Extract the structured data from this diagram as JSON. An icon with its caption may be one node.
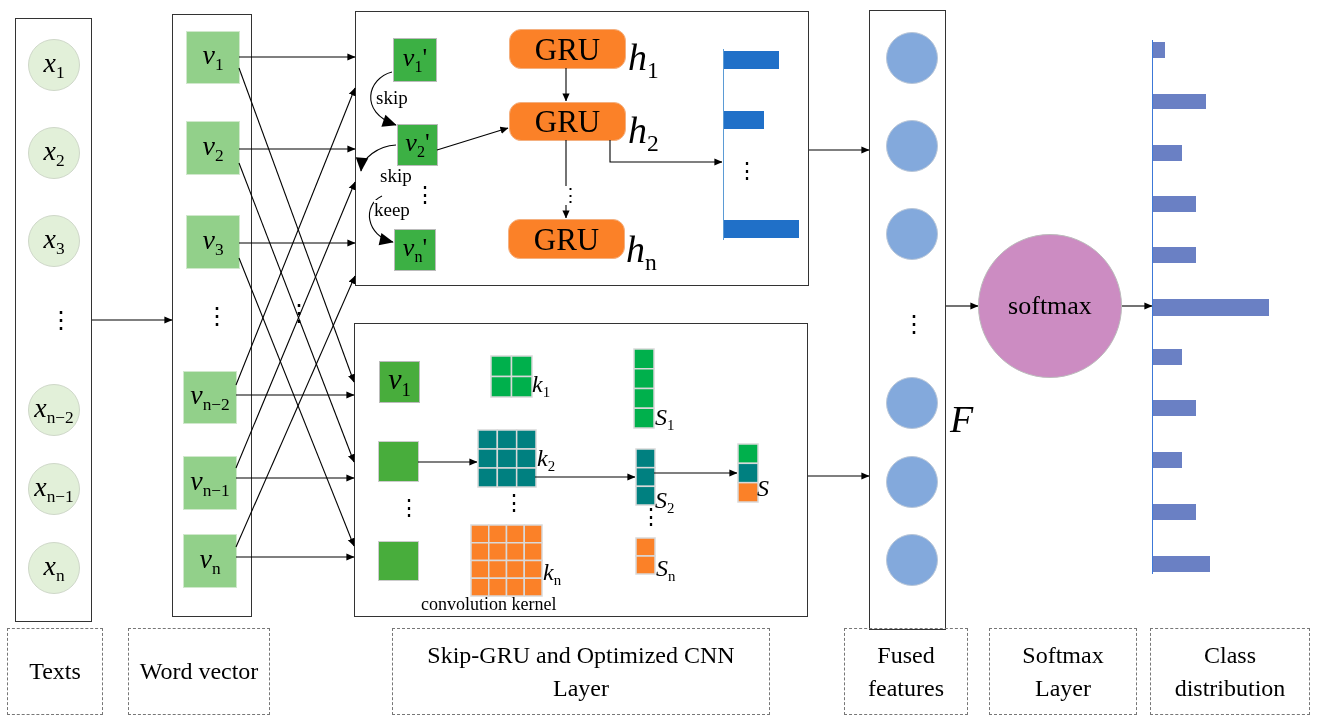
{
  "diagram": {
    "nodes": [
      {
        "text": [],
        "shape": "box"
      },
      {
        "text": [
          "*x*$_{1}$"
        ],
        "in": 0
      },
      {
        "text": [
          "*x*$_{2}$"
        ],
        "in": 0
      },
      {
        "text": [
          "*x*$_{3}$"
        ],
        "in": 0
      },
      {
        "text": [
          "*x*$_{n−2}$"
        ],
        "in": 0
      },
      {
        "text": [
          "*x*$_{n−1}$"
        ],
        "in": 0
      },
      {
        "text": [
          "*x*$_{n}$"
        ],
        "in": 0
      },
      {
        "text": [],
        "shape": "box"
      },
      {
        "text": [
          "*v*$_{1}$"
        ],
        "in": 7
      },
      {
        "text": [
          "*v*$_{2}$"
        ],
        "in": 7
      },
      {
        "text": [
          "*v*$_{3}$"
        ],
        "in": 7
      },
      {
        "text": [
          "*v*$_{n−2}$"
        ],
        "in": 7
      },
      {
        "text": [
          "*v*$_{n−1}$"
        ],
        "in": 7
      },
      {
        "text": [
          "*v*$_{n}$"
        ],
        "in": 7
      },
      {
        "text": [],
        "shape": "box"
      },
      {
        "text": [
          "*v*$_{1}$'"
        ],
        "in": 14
      },
      {
        "text": [
          "*v*$_{2}$'"
        ],
        "in": 14
      },
      {
        "text": [
          "*v*$_{n}$'"
        ],
        "in": 14
      },
      {
        "text": [
          "GRU"
        ],
        "in": 14,
        "beside": [
          "*h*$_{1}$"
        ]
      },
      {
        "text": [
          "GRU"
        ],
        "in": 14,
        "beside": [
          "*h*$_{2}$"
        ]
      },
      {
        "text": [
          "GRU"
        ],
        "in": 14,
        "beside": [
          "*h*$_{n}$"
        ]
      },
      {
        "text": [],
        "shape": "bar",
        "in": 14
      },
      {
        "text": [],
        "shape": "box"
      },
      {
        "text": [
          "*v*$_{1}$"
        ],
        "in": 22
      },
      {
        "text": [],
        "shape": "box",
        "in": 22
      },
      {
        "text": [],
        "shape": "box",
        "in": 22
      },
      {
        "text": [],
        "shape": "box",
        "in": 22,
        "beside": [
          "*k*$_{1}$"
        ]
      },
      {
        "text": [],
        "shape": "box",
        "in": 22,
        "beside": [
          "*k*$_{2}$"
        ]
      },
      {
        "text": [],
        "shape": "box",
        "in": 22,
        "beside": [
          "*k*$_{n}$"
        ]
      },
      {
        "text": [],
        "shape": "box",
        "in": 22,
        "beside": [
          "*S*$_{1}$"
        ]
      },
      {
        "text": [],
        "shape": "box",
        "in": 22,
        "beside": [
          "*S*$_{2}$"
        ]
      },
      {
        "text": [],
        "shape": "box",
        "in": 22,
        "beside": [
          "*S*$_{n}$"
        ]
      },
      {
        "text": [],
        "shape": "box",
        "in": 22,
        "beside": [
          "S"
        ]
      },
      {
        "text": [],
        "shape": "box",
        "beside": [
          "F"
        ]
      },
      {
        "text": [],
        "shape": "circle",
        "in": 33
      },
      {
        "text": [],
        "shape": "circle",
        "in": 33
      },
      {
        "text": [],
        "shape": "circle",
        "in": 33
      },
      {
        "text": [],
        "shape": "circle",
        "in": 33
      },
      {
        "text": [],
        "shape": "circle",
        "in": 33
      },
      {
        "text": [],
        "shape": "circle",
        "in": 33
      },
      {
        "text": [
          "softmax"
        ]
      },
      {
        "text": [],
        "shape": "bar"
      },
      {
        "text": [
          "Texts"
        ]
      },
      {
        "text": [
          "Word vector"
        ]
      },
      {
        "text": [
          "Skip-GRU and  Optimized CNN Layer"
        ]
      },
      {
        "text": [
          "Fused features"
        ]
      },
      {
        "text": [
          "Softmax Layer"
        ]
      },
      {
        "text": [
          "Class distribution"
        ]
      }
    ],
    "edges": [
      {
        "from": 0,
        "to": 7,
        "arrow": "to"
      },
      {
        "from": 8,
        "to": 14,
        "arrow": "to"
      },
      {
        "from": 9,
        "to": 14,
        "arrow": "to"
      },
      {
        "from": 10,
        "to": 14,
        "arrow": "to"
      },
      {
        "from": 11,
        "to": 22,
        "arrow": "to"
      },
      {
        "from": 12,
        "to": 22,
        "arrow": "to"
      },
      {
        "from": 13,
        "to": 22,
        "arrow": "to"
      },
      {
        "from": 8,
        "to": 22,
        "arrow": "to"
      },
      {
        "from": 9,
        "to": 22,
        "arrow": "to"
      },
      {
        "from": 10,
        "to": 22,
        "arrow": "to"
      },
      {
        "from": 11,
        "to": 14,
        "arrow": "to"
      },
      {
        "from": 12,
        "to": 14,
        "arrow": "to"
      },
      {
        "from": 13,
        "to": 14,
        "arrow": "to"
      },
      {
        "from": 15,
        "to": 16,
        "arrow": "to",
        "label": "skip"
      },
      {
        "from": 16,
        "to": null,
        "arrow": "to",
        "label": "skip"
      },
      {
        "from": null,
        "to": 17,
        "arrow": "to",
        "label": "keep"
      },
      {
        "from": 16,
        "to": 19,
        "arrow": "to"
      },
      {
        "from": 18,
        "to": 19,
        "arrow": "to"
      },
      {
        "from": 19,
        "to": 20,
        "arrow": "to",
        "label": "⋮"
      },
      {
        "from": 19,
        "to": 21,
        "arrow": "to"
      },
      {
        "from": 24,
        "to": 27,
        "arrow": "to"
      },
      {
        "from": 27,
        "to": 30,
        "arrow": "to"
      },
      {
        "from": 30,
        "to": 32,
        "arrow": "to"
      },
      {
        "from": 14,
        "to": 33,
        "arrow": "to"
      },
      {
        "from": 22,
        "to": 33,
        "arrow": "to"
      },
      {
        "from": 33,
        "to": 40,
        "arrow": "to"
      },
      {
        "from": 40,
        "to": 41,
        "arrow": "to"
      }
    ],
    "labels": [
      "⋮",
      "⋮",
      "⋮",
      "⋮",
      "⋮",
      "⋮",
      "⋮",
      "⋮",
      "convolution kernel",
      "⋮"
    ]
  }
}
